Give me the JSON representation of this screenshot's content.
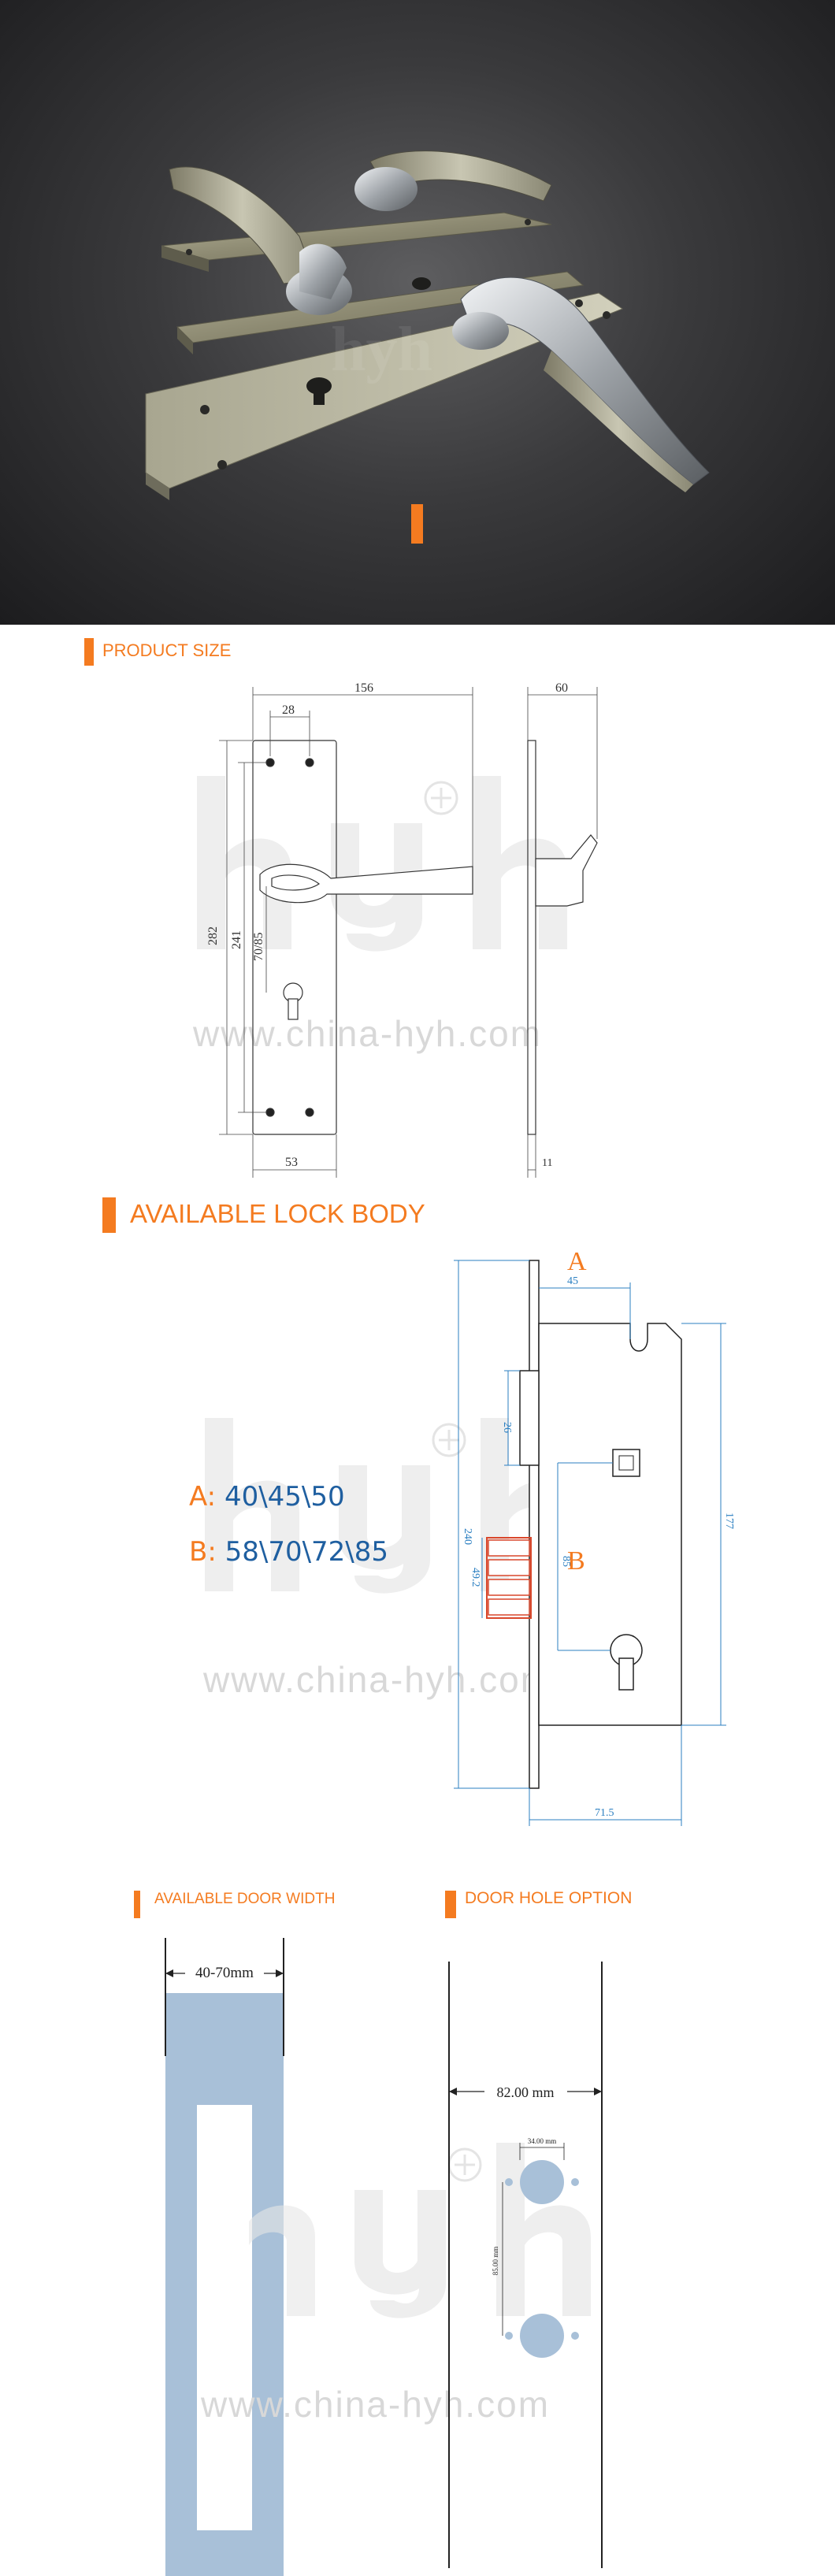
{
  "hero": {
    "brand_mark": "hyh"
  },
  "product_size": {
    "title": "PRODUCT SIZE",
    "dims": {
      "total_width": "156",
      "plate_hole_spacing": "28",
      "height": "282",
      "hole_vertical": "241",
      "handle_to_key": "70/85",
      "plate_width": "53",
      "depth": "60",
      "plate_thickness": "11"
    },
    "watermark_url": "www.china-hyh.com"
  },
  "lock_body": {
    "title": "AVAILABLE LOCK BODY",
    "spec_a_key": "A:",
    "spec_a_val": "40\\45\\50",
    "spec_b_key": "B:",
    "spec_b_val": "58\\70\\72\\85",
    "label_a": "A",
    "label_b": "B",
    "dims": {
      "a_value": "45",
      "latch": "26",
      "height": "240",
      "b_value": "85",
      "total": "177",
      "deadbolt": "49.2",
      "width": "71.5"
    },
    "watermark_url": "www.china-hyh.com"
  },
  "door_width": {
    "title": "AVAILABLE DOOR WIDTH",
    "range": "40-70mm"
  },
  "door_hole": {
    "title": "DOOR HOLE OPTION",
    "width": "82.00 mm",
    "hole_dia": "34.00 mm",
    "spacing": "85.00 mm",
    "watermark_url": "www.china-hyh.com"
  },
  "colors": {
    "accent": "#f47b20",
    "blue": "#1f5fa0",
    "door_blue": "#a8c0d8"
  }
}
